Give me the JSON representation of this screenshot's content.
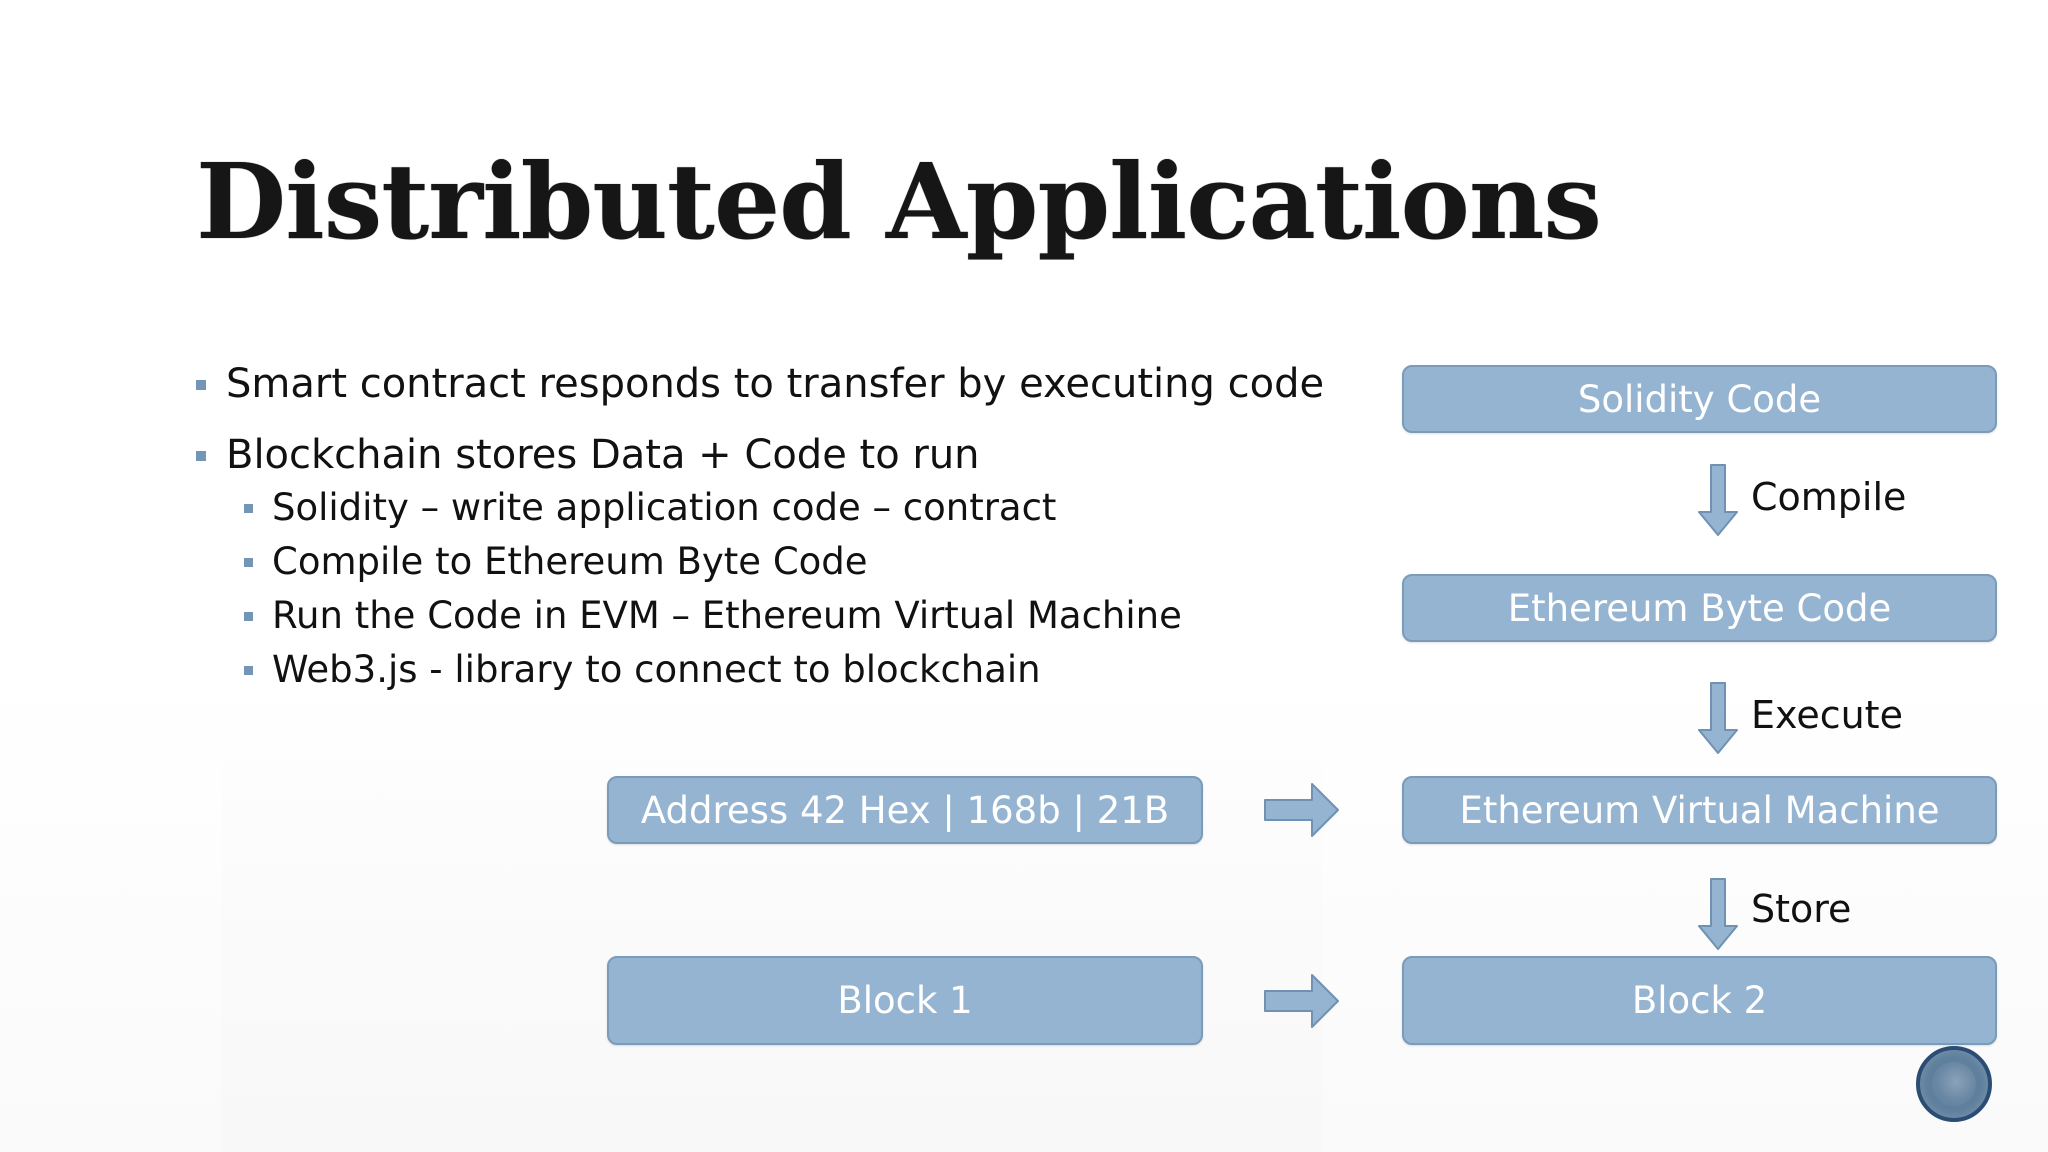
{
  "slide": {
    "title": "Distributed Applications",
    "bullets": [
      {
        "level": 1,
        "text": "Smart contract responds to transfer by executing code"
      },
      {
        "level": 1,
        "text": "Blockchain stores Data + Code to run"
      },
      {
        "level": 2,
        "text": "Solidity – write application code – contract"
      },
      {
        "level": 2,
        "text": "Compile to Ethereum Byte Code"
      },
      {
        "level": 2,
        "text": "Run the Code in EVM – Ethereum Virtual Machine"
      },
      {
        "level": 2,
        "text": "Web3.js - library to connect to blockchain"
      }
    ]
  },
  "diagram": {
    "boxes": {
      "solidity": "Solidity Code",
      "bytecode": "Ethereum Byte Code",
      "evm": "Ethereum Virtual Machine",
      "block2": "Block 2",
      "address": "Address  42 Hex | 168b | 21B",
      "block1": "Block 1"
    },
    "steps": {
      "compile": "Compile",
      "execute": "Execute",
      "store": "Store"
    },
    "box_fill": "#94b4d1",
    "box_border": "#7a9bb9",
    "arrow_fill": "#94b4d1",
    "arrow_stroke": "#6f92b2"
  },
  "bullet_color": "#7396b6",
  "nav": {
    "icon": "circle-nav-icon",
    "color": "#2c4d73"
  }
}
